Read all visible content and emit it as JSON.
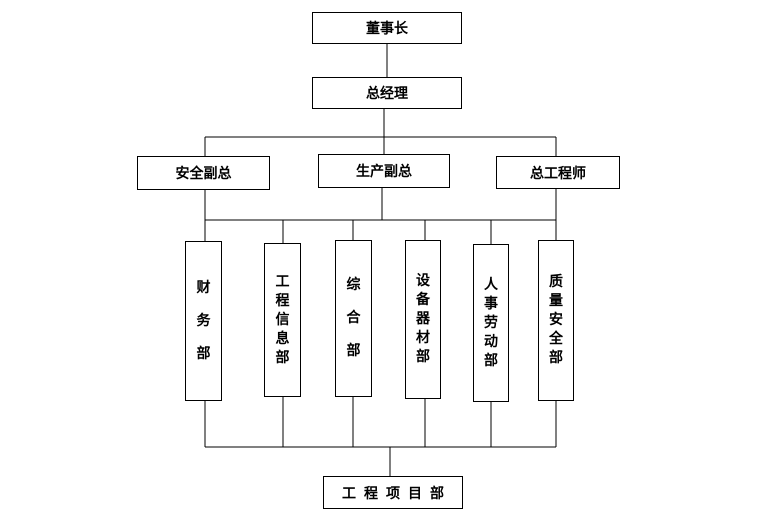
{
  "chairman": "董事长",
  "general_manager": "总经理",
  "deputies": {
    "safety": "安全副总",
    "production": "生产副总",
    "chief_engineer": "总工程师"
  },
  "departments": {
    "finance": "财务部",
    "engineering_info": "工程信息部",
    "general_affairs": "综合部",
    "equipment": "设备器材部",
    "personnel": "人事劳动部",
    "quality_safety": "质量安全部"
  },
  "project_dept": "工程项目部"
}
